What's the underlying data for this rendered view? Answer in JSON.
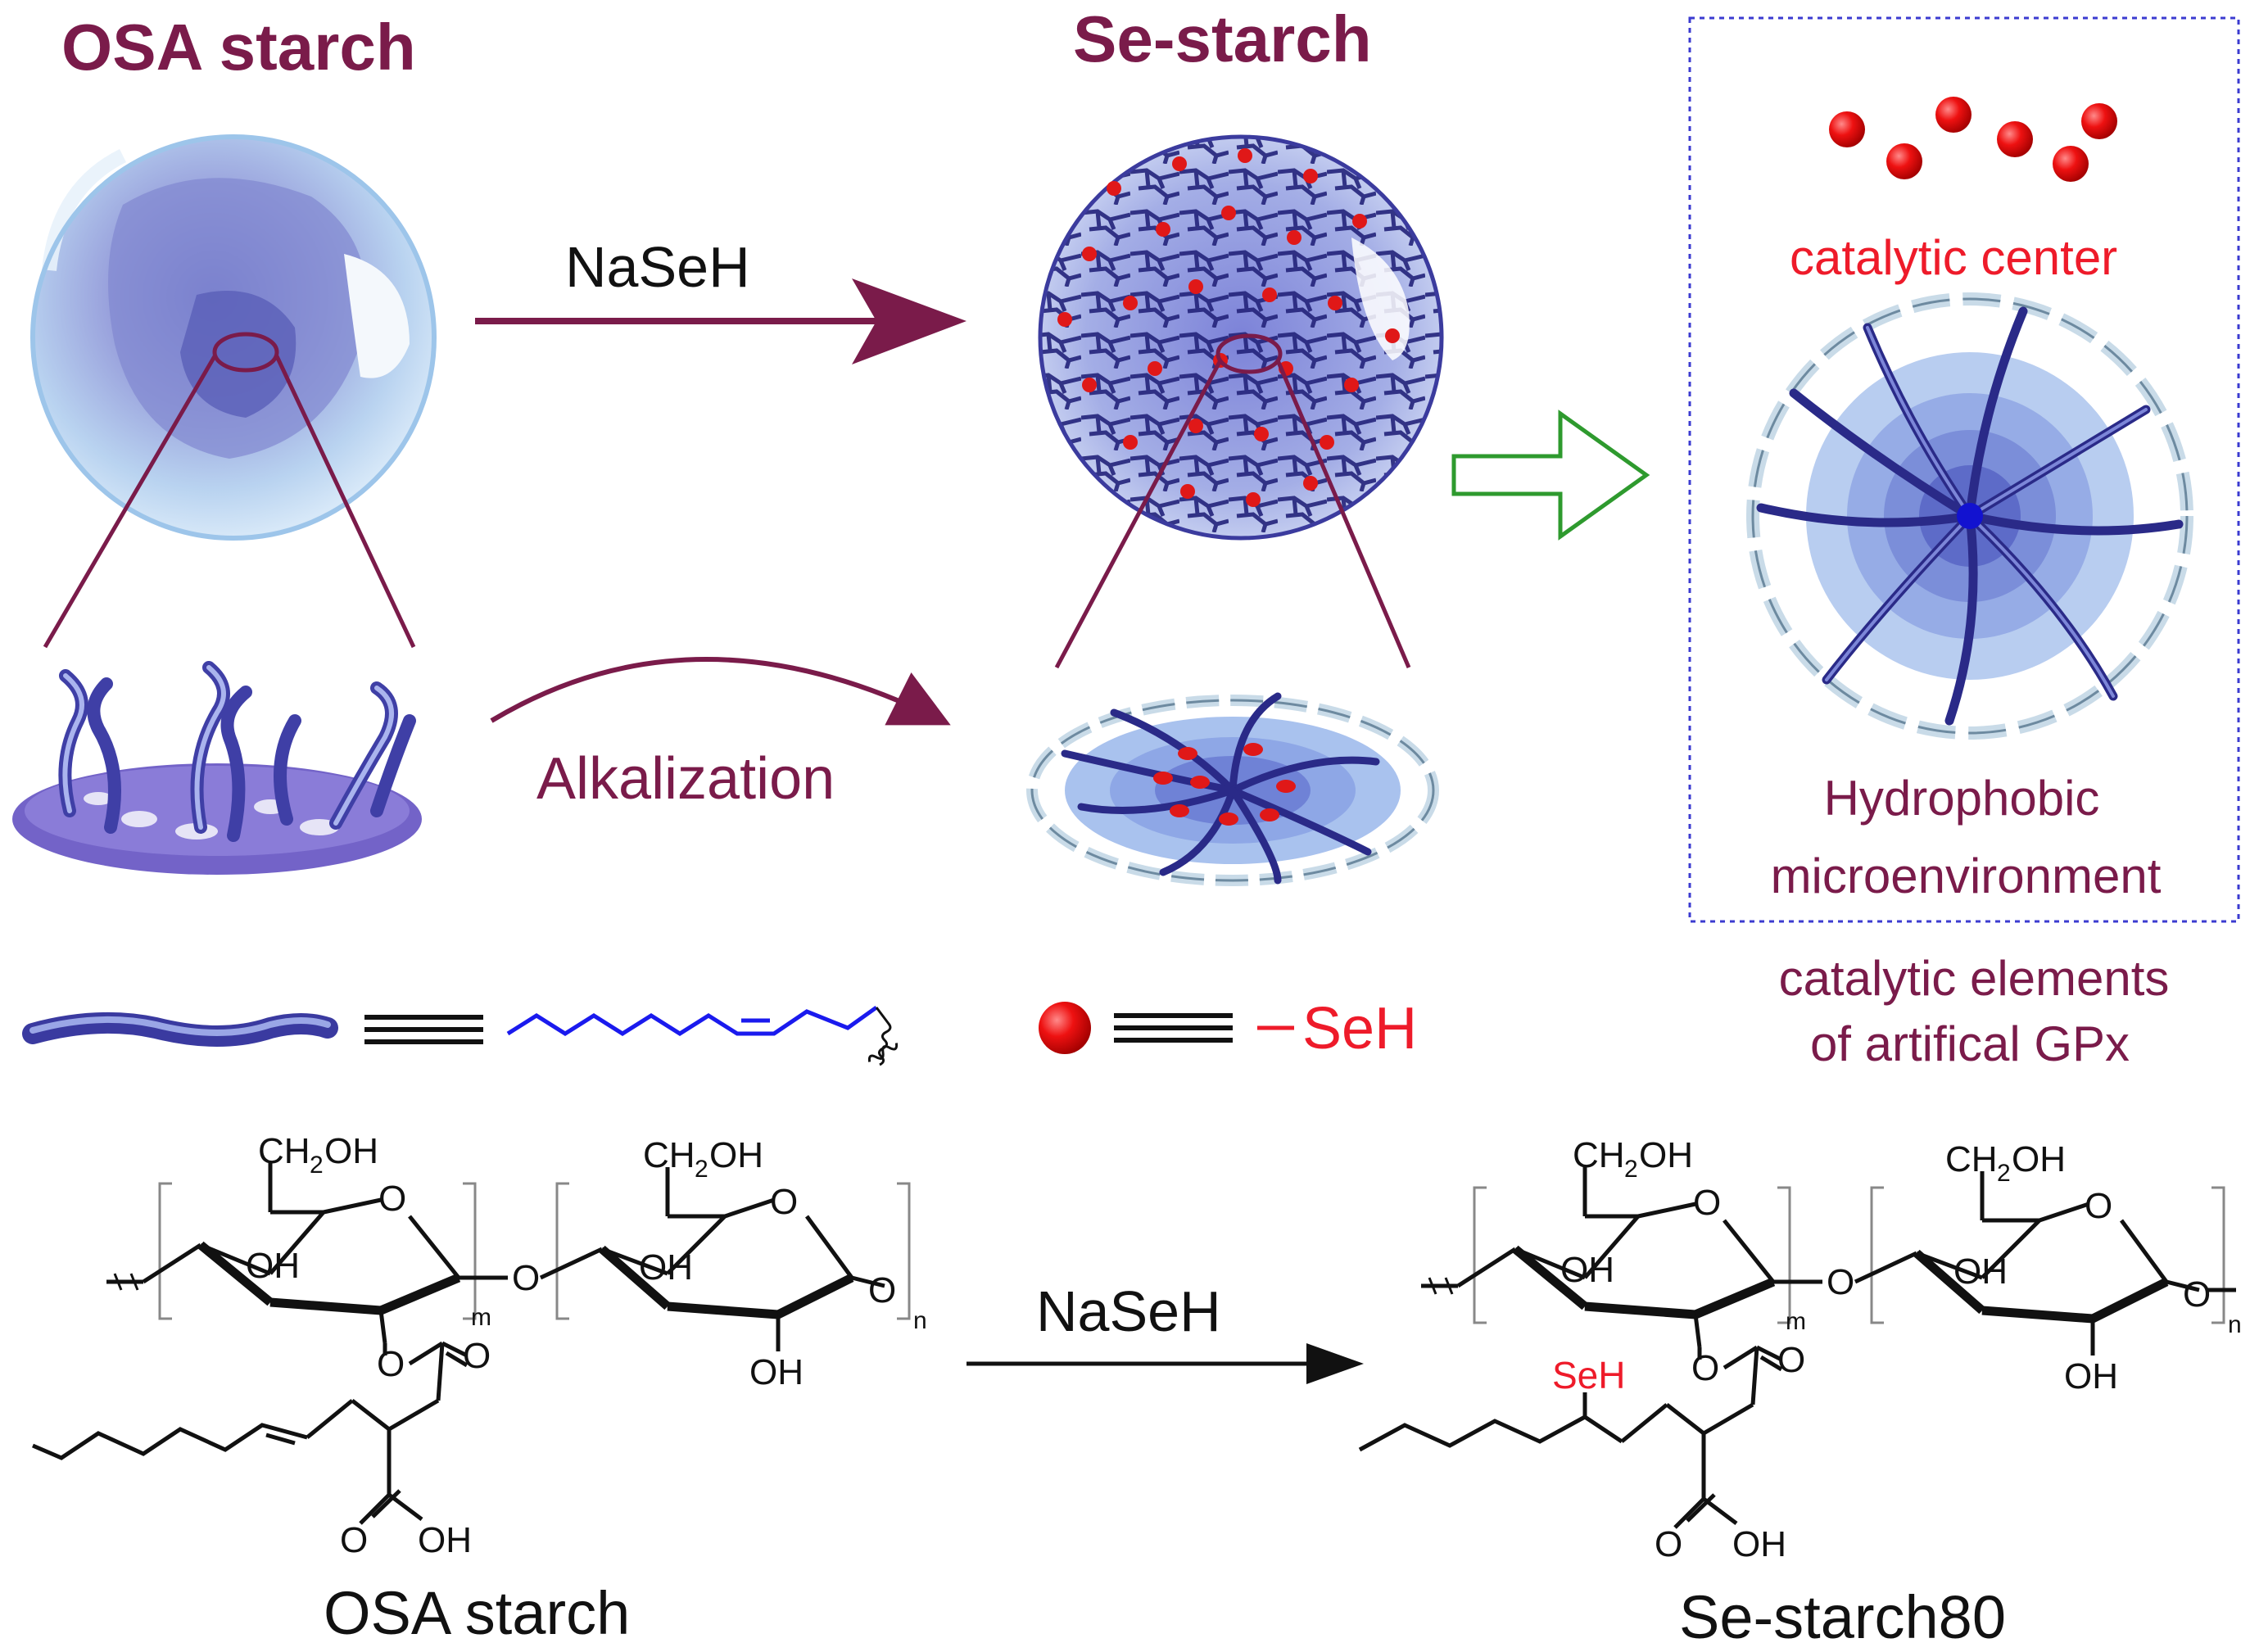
{
  "titles": {
    "left": "OSA starch",
    "center": "Se-starch"
  },
  "reactions": {
    "top_reagent": "NaSeH",
    "middle_step": "Alkalization",
    "bottom_reagent": "NaSeH"
  },
  "legend_box": {
    "catalytic_center": "catalytic center",
    "hydrophobic_line1": "Hydrophobic",
    "hydrophobic_line2": "microenvironment",
    "elements_line1": "catalytic elements",
    "elements_line2": "of artifical GPx"
  },
  "legend_row": {
    "seh_group": "SeH"
  },
  "structures": {
    "ch2oh": "CH",
    "ch2oh_sub": "2",
    "ch2oh_tail": "OH",
    "oh": "OH",
    "o": "O",
    "m": "m",
    "n": "n",
    "seh": "SeH",
    "left_caption": "OSA starch",
    "right_caption": "Se-starch80"
  },
  "colors": {
    "maroon": "#7a1b4a",
    "red": "#ee1b2a",
    "green_arrow": "#2e9a2e",
    "blue_chain": "#1a1aee",
    "box_border": "#3b3bd0"
  }
}
